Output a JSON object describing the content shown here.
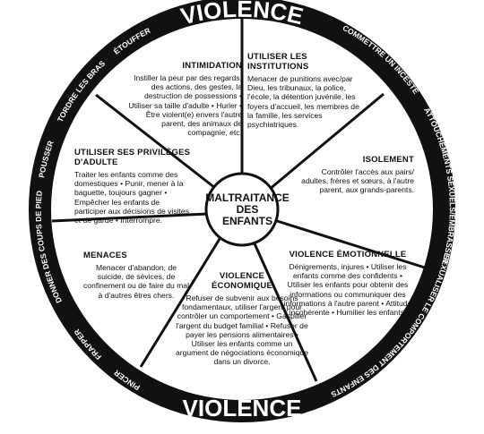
{
  "outer_ring": {
    "top_title": "VIOLENCE",
    "bottom_title": "VIOLENCE",
    "ring_labels": [
      "COMMETTRE UN INCESTE",
      "ATTOUCHEMENTS SEXUELS/EMBRASSER",
      "SEXUALISER LE COMPORTEMENT DES ENFANTS",
      "PINCER",
      "FRAPPER",
      "DONNER DES COUPS DE PIED",
      "POUSSER",
      "TORDRE LES BRAS",
      "ÉTOUFFER"
    ]
  },
  "center": {
    "line1": "MALTRAITANCE",
    "line2": "DES",
    "line3": "ENFANTS"
  },
  "segments": [
    {
      "title": "INTIMIDATION",
      "text": "Instiller la peur par des regards, des actions, des gestes, la destruction de possessions • Utiliser sa taille d'adulte • Hurler • Être violent(e) envers l'autre parent, des animaux de compagnie, etc."
    },
    {
      "title": "UTILISER LES INSTITUTIONS",
      "text": "Menacer de punitions avec/par Dieu, les tribunaux, la police, l'école, la détention juvénile, les foyers d'accueil, les membres de la famille, les services psychiatriques."
    },
    {
      "title": "ISOLEMENT",
      "text": "Contrôler l'accès aux pairs/ adultes, frères et sœurs, à l'autre parent, aux grands-parents."
    },
    {
      "title": "VIOLENCE ÉMOTIONNELLE",
      "text": "Dénigrements, injures • Utiliser les enfants comme des confidents • Utiliser les enfants pour obtenir des informations ou communiquer des informations à l'autre parent • Attitude incohérente • Humilier les enfants."
    },
    {
      "title": "VIOLENCE ÉCONOMIQUE",
      "text": "Refuser de subvenir aux besoins fondamentaux, utiliser l'argent pour contrôler un comportement • Gaspiller l'argent du budget familial • Refuser de payer les pensions alimentaires • Utiliser les enfants comme un argument de négociations économique dans un divorce."
    },
    {
      "title": "MENACES",
      "text": "Menacer d'abandon, de suicide, de sévices, de confinement ou de faire du mal à d'autres êtres chers."
    },
    {
      "title": "UTILISER SES PRIVILÈGES D'ADULTE",
      "text": "Traiter les enfants comme des domestiques • Punir, mener à la baguette, toujours gagner • Empêcher les enfants de participer aux décisions de visites et de garde • Interrompre."
    }
  ]
}
